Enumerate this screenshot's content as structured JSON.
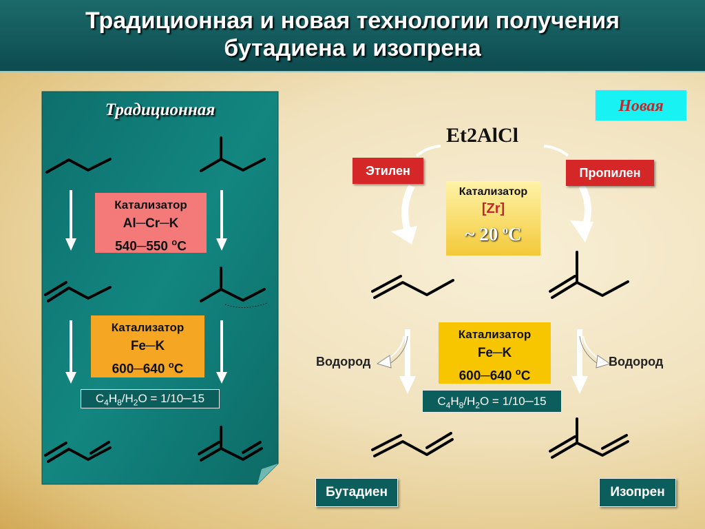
{
  "header": {
    "title_line1": "Традиционная и новая технологии получения",
    "title_line2": "бутадиена и изопрена"
  },
  "traditional": {
    "title": "Традиционная",
    "catalyst1": {
      "label": "Катализатор",
      "formula": "Al─Cr─K",
      "temp": "540─550 ",
      "unit_sup": "o",
      "unit": "C"
    },
    "catalyst2": {
      "label": "Катализатор",
      "formula": "Fe─K",
      "temp": "600─640 ",
      "unit_sup": "o",
      "unit": "C"
    },
    "ratio": {
      "c": "C",
      "c_sub": "4",
      "h": "H",
      "h_sub": "8",
      "mid": "/H",
      "mid_sub": "2",
      "rest": "O = 1/10─15"
    }
  },
  "new": {
    "badge": "Новая",
    "reagent": "Et2AlCl",
    "ethylene": "Этилен",
    "propylene": "Пропилен",
    "catalyst1": {
      "label": "Катализатор",
      "formula": "[Zr]",
      "temp": "~ 20 ",
      "unit_sup": "o",
      "unit": "C"
    },
    "catalyst2": {
      "label": "Катализатор",
      "formula": "Fe─K",
      "temp": "600─640 ",
      "unit_sup": "o",
      "unit": "C"
    },
    "ratio": {
      "c": "C",
      "c_sub": "4",
      "h": "H",
      "h_sub": "8",
      "mid": "/H",
      "mid_sub": "2",
      "rest": "O = 1/10─15"
    },
    "hydrogen_left": "Водород",
    "hydrogen_right": "Водород",
    "product_left": "Бутадиен",
    "product_right": "Изопрен"
  },
  "colors": {
    "header": "#0d4b4f",
    "panel": "#0f7b77",
    "red": "#d62728",
    "pink": "#f47a7a",
    "orange": "#f5a623",
    "yellow": "#f7c600",
    "cyan": "#18f2f2"
  }
}
